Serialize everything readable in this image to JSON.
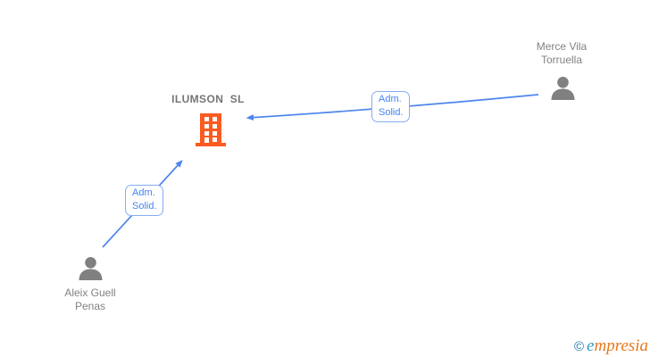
{
  "company": {
    "label": "ILUMSON  SL"
  },
  "persons": [
    {
      "line1": "Merce Vila",
      "line2": "Torruella"
    },
    {
      "line1": "Aleix Guell",
      "line2": "Penas"
    }
  ],
  "edges": [
    {
      "line1": "Adm.",
      "line2": "Solid."
    },
    {
      "line1": "Adm.",
      "line2": "Solid."
    }
  ],
  "watermark": {
    "copyright_symbol": "©",
    "brand_first_letter": "e",
    "brand_rest": "mpresia"
  },
  "colors": {
    "edge_blue": "#4E86EC",
    "edge_label_text": "#4285F4",
    "edge_label_border": "#85ACF3",
    "building_orange": "#FB5B21",
    "person_gray": "#808080",
    "name_gray": "#828282",
    "company_gray": "#757575",
    "brand_blue": "#2A9BC4",
    "brand_orange": "#E87818",
    "copyright_blue": "#2878AE"
  }
}
